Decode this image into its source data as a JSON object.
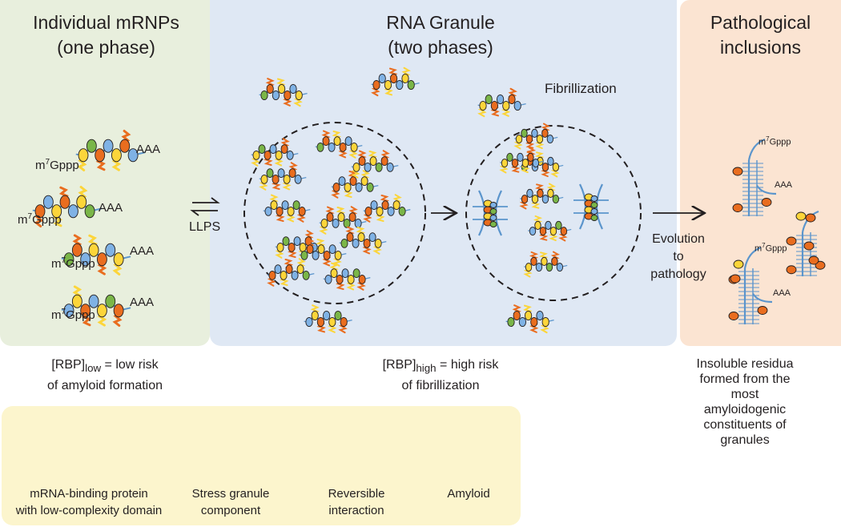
{
  "panels": {
    "individual": {
      "title": "Individual mRNPs\n(one phase)",
      "caption_base": "[RBP]",
      "caption_sub": "low",
      "caption_rest": " = low risk",
      "caption_line2": "of amyloid formation"
    },
    "granule": {
      "title": "RNA Granule\n(two phases)",
      "caption_base": "[RBP]",
      "caption_sub": "high",
      "caption_rest": " = high risk",
      "caption_line2": "of fibrillization",
      "fibrillization": "Fibrillization"
    },
    "pathological": {
      "title": "Pathological\ninclusions",
      "caption": "Insoluble residua\nformed from the\nmost\namyloidogenic\nconstituents of\ngranules"
    }
  },
  "labels": {
    "aaa": "AAA",
    "cap_prefix": "m",
    "cap_sup": "7",
    "cap_suffix": "Gppp",
    "llps": "LLPS",
    "evolution": "Evolution\nto\npathology"
  },
  "legend": {
    "items": [
      {
        "label": "mRNA-binding protein\nwith low-complexity domain"
      },
      {
        "label": "Stress granule\ncomponent"
      },
      {
        "label": "Reversible\ninteraction"
      },
      {
        "label": "Amyloid"
      }
    ]
  },
  "colors": {
    "orange": "#e96d1f",
    "yellow": "#fcd53a",
    "blue": "#7fb2e5",
    "green": "#7ab648",
    "strand": "#5b95cc",
    "green_panel": "#e8efdd",
    "blue_panel": "#dfe8f4",
    "orange_panel": "#fbe4d2",
    "legend_bg": "#fcf5cd"
  }
}
